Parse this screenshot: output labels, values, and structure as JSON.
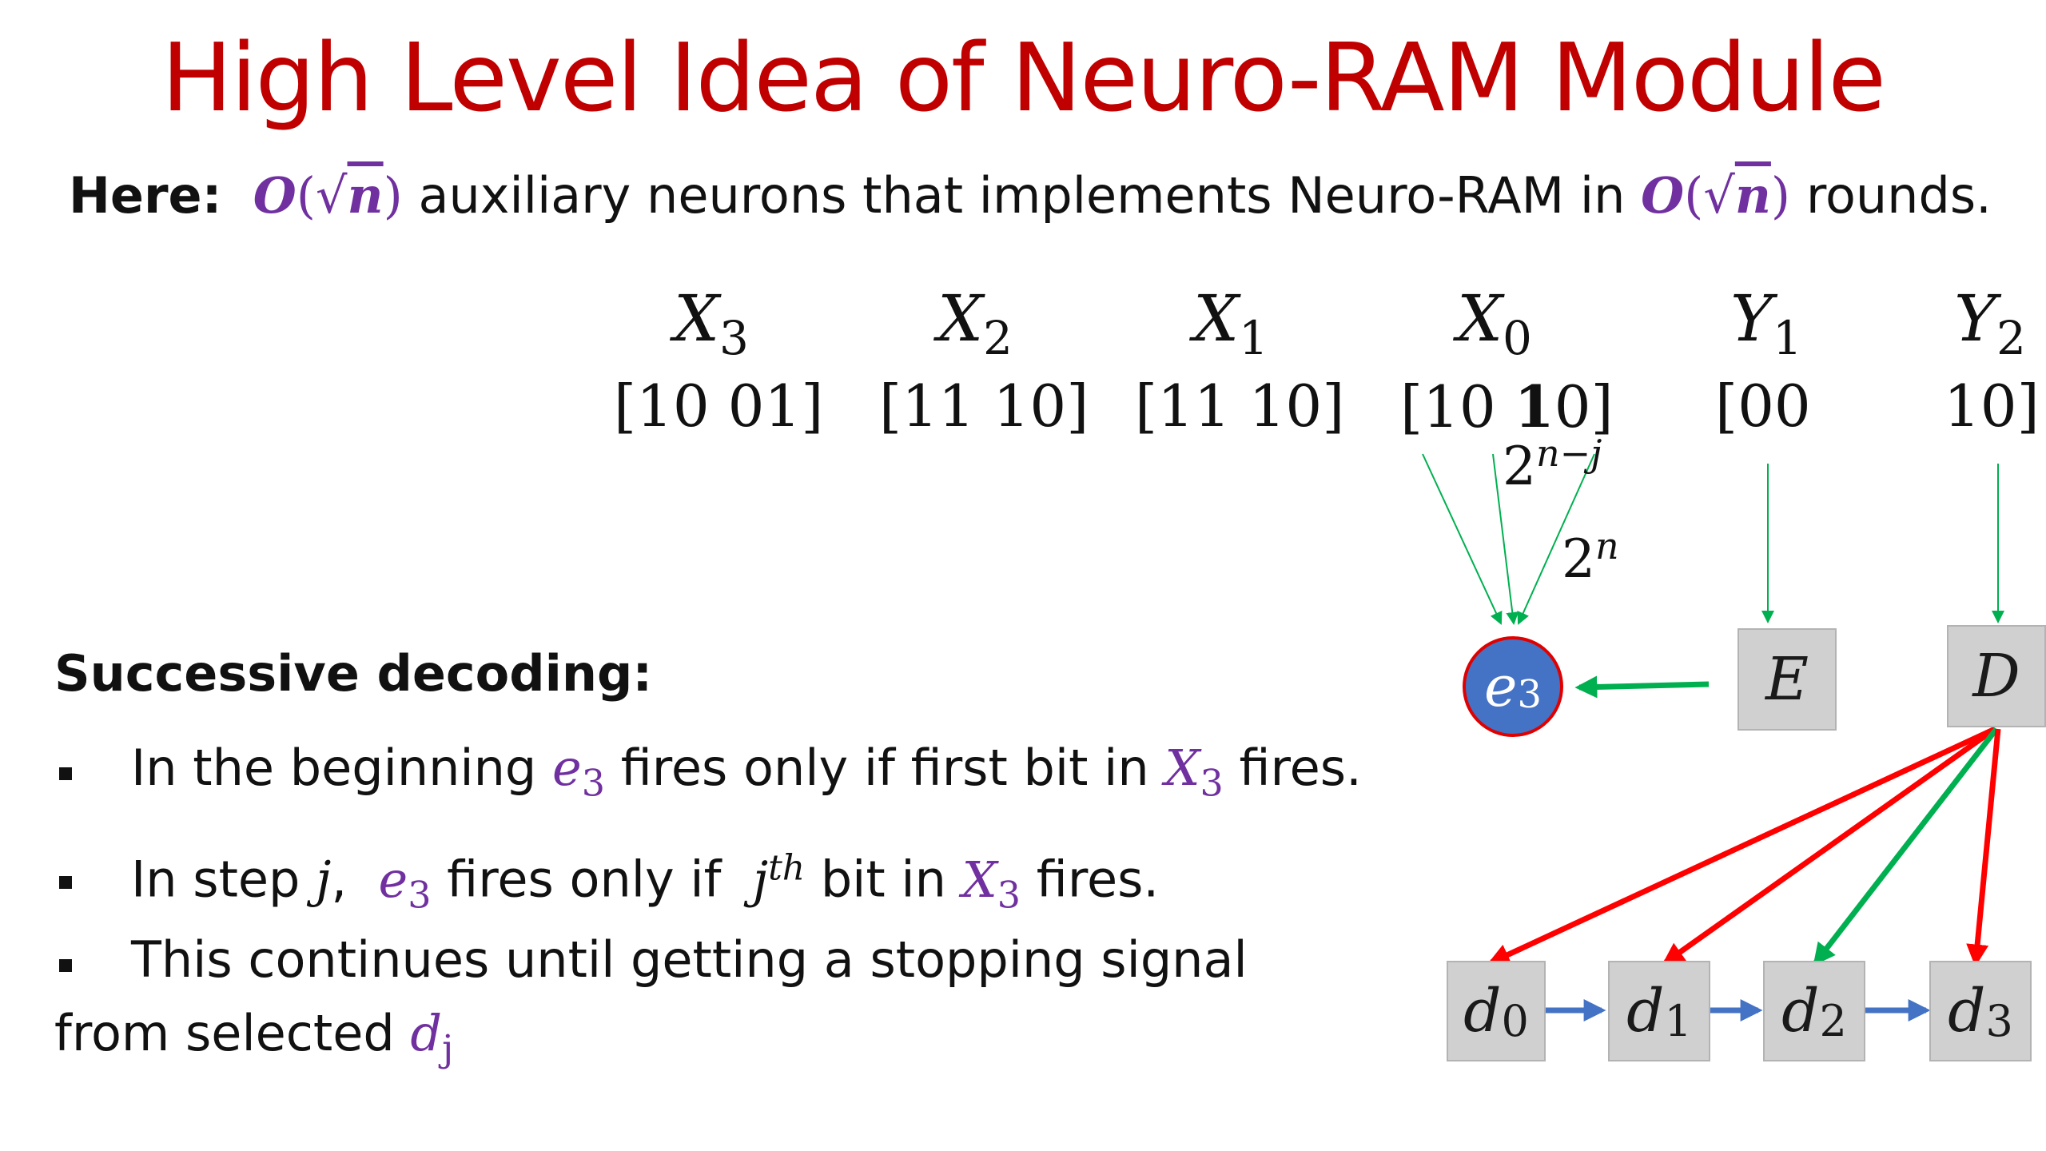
{
  "title": "High Level Idea of Neuro-RAM Module",
  "here": {
    "label": "Here:",
    "complexity_prefix": "O",
    "complexity_arg": "n",
    "middle_text": "auxiliary neurons that implements Neuro-RAM in",
    "suffix_text": "rounds."
  },
  "variables": [
    {
      "name": "X",
      "sub": "3",
      "vector": "[10 01]"
    },
    {
      "name": "X",
      "sub": "2",
      "vector": "[11 10]"
    },
    {
      "name": "X",
      "sub": "1",
      "vector": "[11 10]"
    },
    {
      "name": "X",
      "sub": "0",
      "vector_pre": "[10 ",
      "vector_bold": "1",
      "vector_post": "0]"
    },
    {
      "name": "Y",
      "sub": "1",
      "vector": "[00"
    },
    {
      "name": "Y",
      "sub": "2",
      "vector": "10]"
    }
  ],
  "weights": {
    "w1_base": "2",
    "w1_exp": "n−j",
    "w2_base": "2",
    "w2_exp": "n"
  },
  "nodes": {
    "e_name": "e",
    "e_sub": "3",
    "E": "E",
    "D": "D",
    "d_name": "d",
    "d_subs": [
      "0",
      "1",
      "2",
      "3"
    ]
  },
  "section": {
    "heading": "Successive decoding:",
    "bullet1": {
      "t1": "In the beginning ",
      "m1": "e",
      "m1_sub": "3",
      "t2": " fires only if first bit in ",
      "m2": "X",
      "m2_sub": "3",
      "t3": " fires."
    },
    "bullet2": {
      "t1": "In step ",
      "j": "j",
      "comma": ",",
      "m1": "e",
      "m1_sub": "3",
      "t2": " fires only if ",
      "jth_base": "j",
      "jth_sup": "th",
      "t3": " bit in ",
      "m2": "X",
      "m2_sub": "3",
      "t4": " fires."
    },
    "bullet3": {
      "line1": "This continues until getting a stopping signal",
      "line2": "from selected ",
      "m": "d",
      "m_sub": "j"
    }
  },
  "colors": {
    "title": "#c00000",
    "math_purple": "#7030a0",
    "arrow_green": "#00b050",
    "arrow_red": "#ff0000",
    "arrow_blue": "#4472c4",
    "node_gray": "#d0d0d0",
    "circle_fill": "#4472c4",
    "circle_border": "#e00000"
  }
}
